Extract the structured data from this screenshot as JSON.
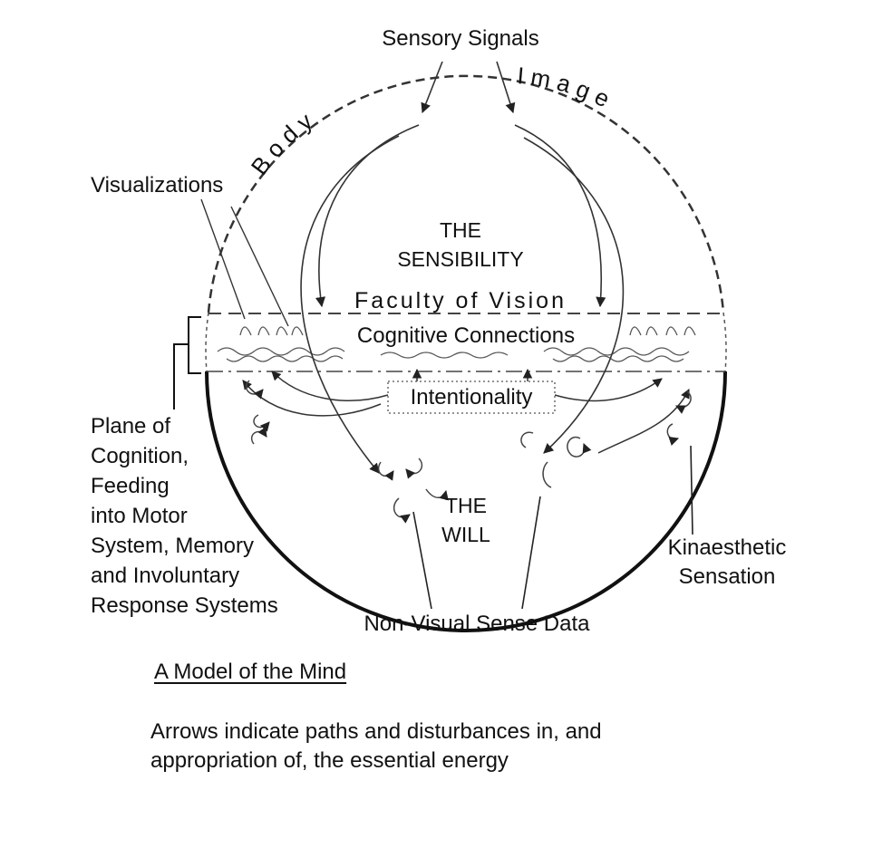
{
  "diagram": {
    "labels": {
      "sensory_signals": "Sensory Signals",
      "body": "B o d y",
      "image": "I m a g e",
      "visualizations": "Visualizations",
      "the_sensibility_1": "THE",
      "the_sensibility_2": "SENSIBILITY",
      "faculty_of_vision": "Faculty of Vision",
      "cognitive_connections": "Cognitive Connections",
      "intentionality": "Intentionality",
      "plane_of_cognition": [
        "Plane of",
        "Cognition,",
        "Feeding",
        "into Motor",
        "System, Memory",
        "and Involuntary",
        "Response Systems"
      ],
      "the_will_1": "THE",
      "the_will_2": "WILL",
      "kinaesthetic_1": "Kinaesthetic",
      "kinaesthetic_2": "Sensation",
      "non_visual": "Non-Visual Sense Data"
    }
  },
  "caption": {
    "title": "A Model of the Mind",
    "line1": "Arrows indicate paths and disturbances in, and",
    "line2": "appropriation of, the essential energy"
  }
}
